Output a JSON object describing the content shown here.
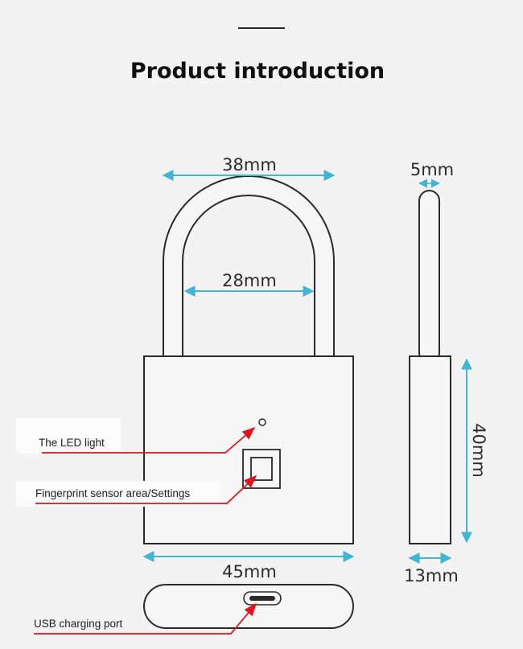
{
  "title": "Product introduction",
  "dimensions": {
    "shackle_outer_width": "38mm",
    "shackle_inner_width": "28mm",
    "shackle_thickness": "5mm",
    "body_width": "45mm",
    "body_height": "40mm",
    "body_depth": "13mm"
  },
  "callouts": {
    "led": "The LED light",
    "fingerprint": "Fingerprint sensor area/Settings",
    "usb": "USB charging port"
  },
  "colors": {
    "background": "#f3f3f3",
    "outline": "#2a2a2a",
    "dimension_arrow": "#3fb6d6",
    "callout_line": "#e0141e"
  }
}
